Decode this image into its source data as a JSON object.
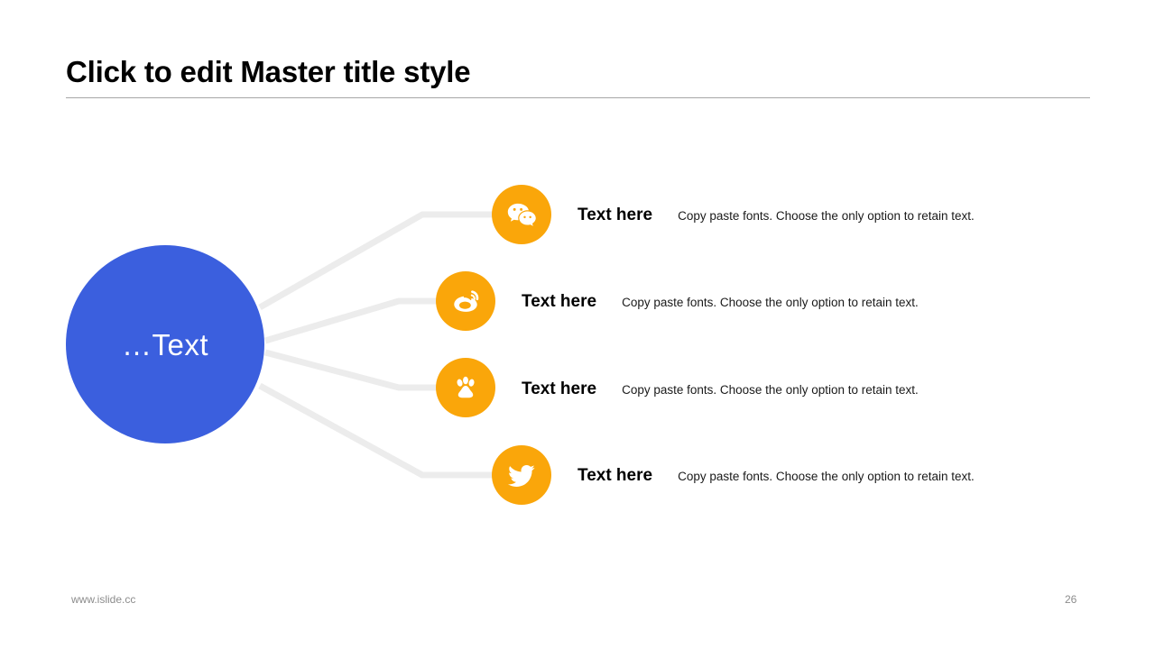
{
  "slide": {
    "title": "Click to edit Master title style",
    "background_color": "#ffffff",
    "rule_color": "#a6a6a6"
  },
  "hub": {
    "label": "…Text",
    "color": "#3b5fde",
    "text_color": "#ffffff"
  },
  "colors": {
    "accent_blue": "#3b5fde",
    "accent_orange": "#faa60a",
    "connector_gray": "#ececec",
    "footer_gray": "#8c8c8c"
  },
  "rows": [
    {
      "icon": "wechat-icon",
      "heading": "Text here",
      "body": "Copy paste fonts. Choose the only option to retain text.",
      "badge_color": "#faa60a"
    },
    {
      "icon": "weibo-icon",
      "heading": "Text here",
      "body": "Copy paste fonts. Choose the only option to retain text.",
      "badge_color": "#faa60a"
    },
    {
      "icon": "baidu-paw-icon",
      "heading": "Text here",
      "body": "Copy paste fonts. Choose the only option to retain text.",
      "badge_color": "#faa60a"
    },
    {
      "icon": "twitter-bird-icon",
      "heading": "Text here",
      "body": "Copy paste fonts. Choose the only option to retain text.",
      "badge_color": "#faa60a"
    }
  ],
  "footer": {
    "website": "www.islide.cc",
    "page_number": "26"
  }
}
